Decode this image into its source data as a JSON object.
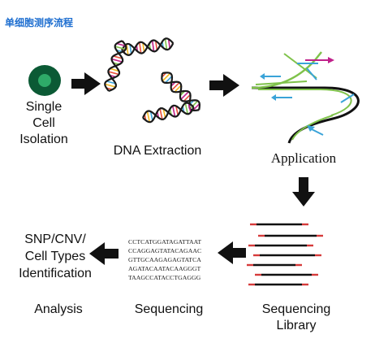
{
  "title": "单细胞测序流程",
  "steps": {
    "single_cell": [
      "Single",
      "Cell",
      "Isolation"
    ],
    "dna_extraction": "DNA Extraction",
    "application": "Application",
    "sequencing_library": [
      "Sequencing",
      "Library"
    ],
    "sequencing": "Sequencing",
    "analysis": "Analysis",
    "snp": [
      "SNP/CNV/",
      "Cell Types",
      "Identification"
    ]
  },
  "sequence_lines": [
    "CCTCATGGATAGATTAAT",
    "CCAGGAGTATACAGAAC",
    "GTTGCAAGAGAGTATCA",
    "AGATACAATACAAGGGT",
    "TAAGCCATACCTGAGGG"
  ],
  "colors": {
    "title": "#1f6fd0",
    "cell_outer": "#0b5a35",
    "cell_inner": "#2eab68",
    "arrow": "#111111",
    "read_red": "#d63b3b",
    "read_green": "#7fc24a",
    "read_blue": "#3aa3d8",
    "read_magenta": "#c0208a"
  },
  "icons": [
    "cell-icon",
    "dna-helix-icon",
    "replication-fork-icon",
    "read-fragment-icon",
    "arrow-right-icon",
    "arrow-down-icon",
    "arrow-left-icon"
  ]
}
